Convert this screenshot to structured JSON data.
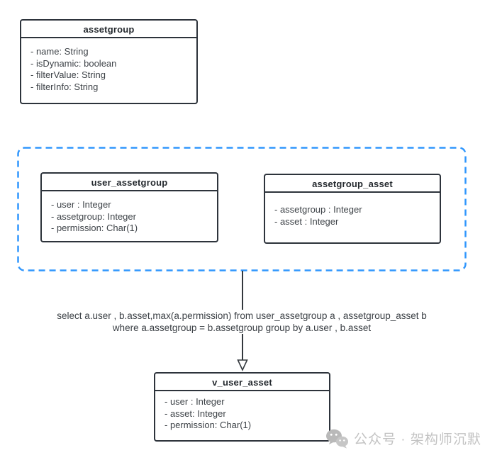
{
  "diagram": {
    "entities": {
      "assetgroup": {
        "title": "assetgroup",
        "fields": [
          "- name: String",
          "- isDynamic: boolean",
          "- filterValue: String",
          "- filterInfo: String"
        ]
      },
      "user_assetgroup": {
        "title": "user_assetgroup",
        "fields": [
          "- user : Integer",
          "- assetgroup: Integer",
          "- permission: Char(1)"
        ]
      },
      "assetgroup_asset": {
        "title": "assetgroup_asset",
        "fields": [
          "- assetgroup : Integer",
          "- asset : Integer"
        ]
      },
      "v_user_asset": {
        "title": "v_user_asset",
        "fields": [
          "- user : Integer",
          "- asset: Integer",
          "- permission: Char(1)"
        ]
      }
    },
    "sql_annotation": {
      "line1": "select a.user , b.asset,max(a.permission) from user_assetgroup a , assetgroup_asset b",
      "line2": "where a.assetgroup = b.assetgroup group by a.user , b.asset"
    },
    "colors": {
      "box_border": "#2d333b",
      "dashed_group_border": "#3197fd",
      "text": "#3e4348",
      "arrow": "#33383d",
      "watermark": "#c3c3c3"
    }
  },
  "watermark": {
    "icon": "wechat-icon",
    "text": "公众号 · 架构师沉默"
  }
}
